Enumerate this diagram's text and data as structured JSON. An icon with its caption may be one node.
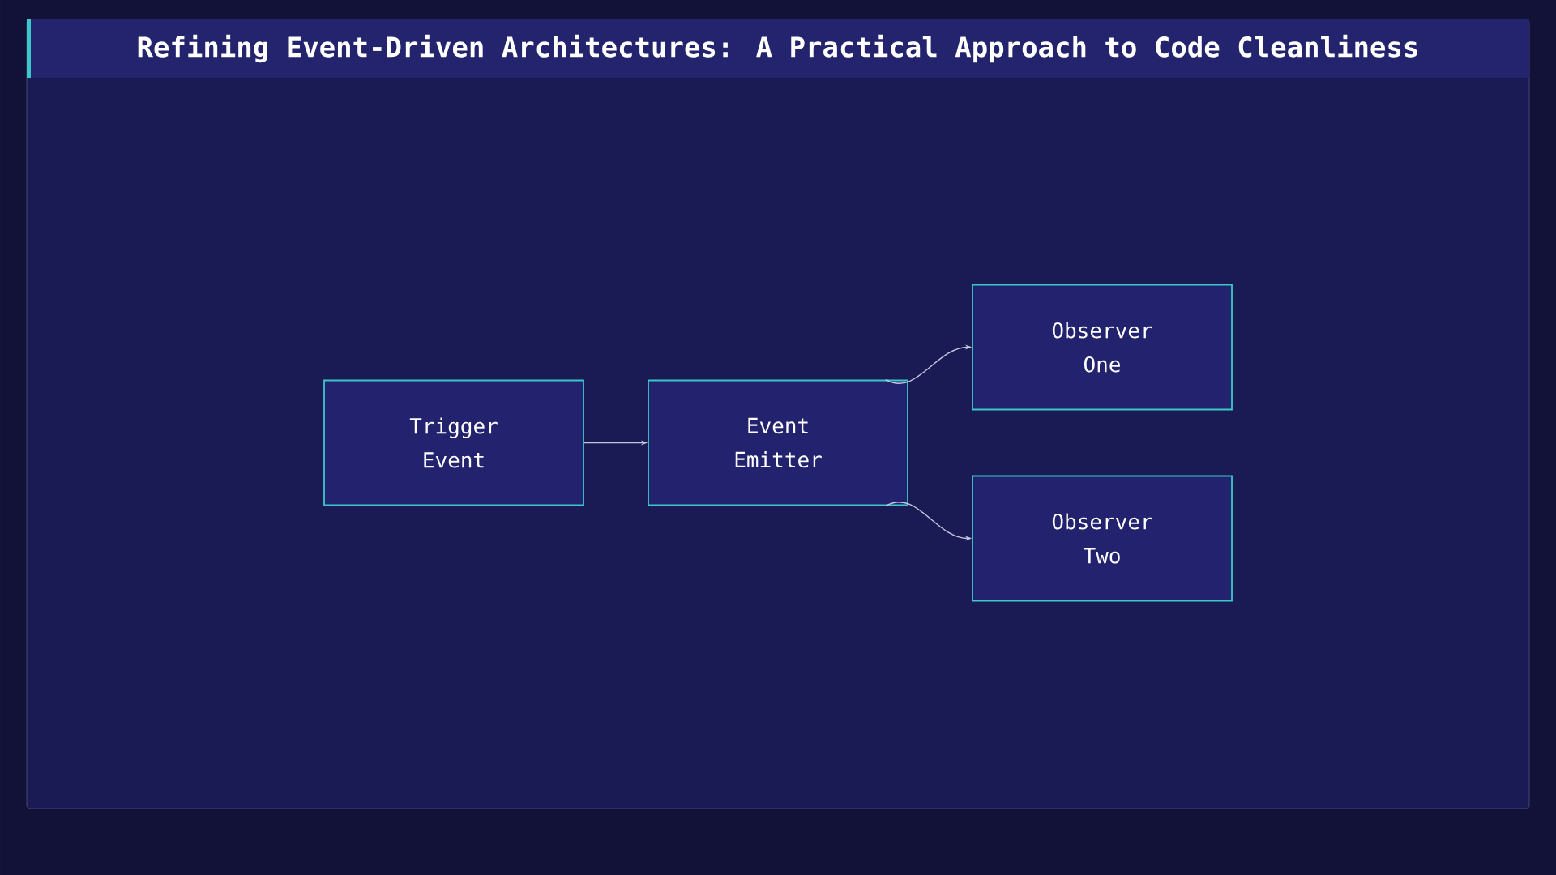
{
  "diagram": {
    "title": "Refining Event-Driven Architectures: A Practical Approach to Code Cleanliness",
    "nodes": [
      {
        "text": [
          "Trigger Event"
        ]
      },
      {
        "text": [
          "Event Emitter"
        ]
      },
      {
        "text": [
          "Observer One"
        ]
      },
      {
        "text": [
          "Observer Two"
        ]
      }
    ],
    "edges": [
      {
        "from": 0,
        "to": 1,
        "arrow": "to"
      },
      {
        "from": 1,
        "to": 2,
        "arrow": "to"
      },
      {
        "from": 1,
        "to": 3,
        "arrow": "to"
      }
    ]
  }
}
